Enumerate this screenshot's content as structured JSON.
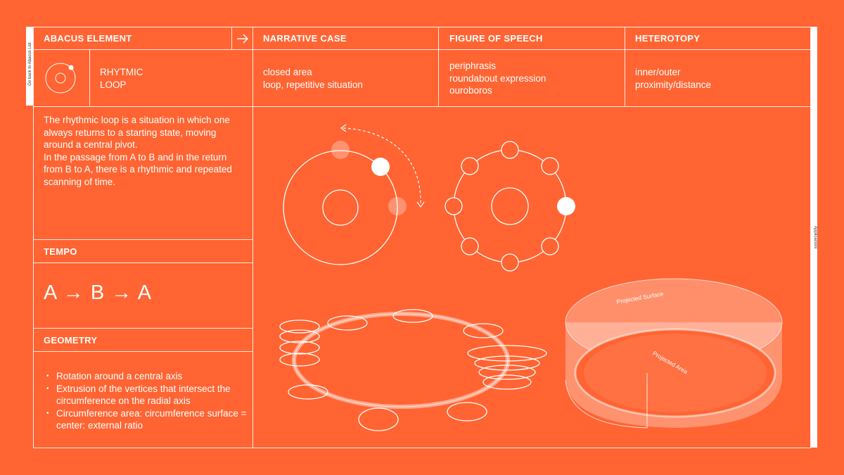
{
  "nav": {
    "back_label": "Go back to Abacus List",
    "side_label": "Applicazioni"
  },
  "headers": {
    "abacus_element": "ABACUS ELEMENT",
    "narrative_case": "NARRATIVE CASE",
    "figure_of_speech": "FIGURE OF SPEECH",
    "heterotopy": "HETEROTOPY"
  },
  "element": {
    "name": "RHYTMIC\nLOOP",
    "narrative": "closed area\nloop, repetitive situation",
    "figure": "periphrasis\nroundabout expression\nouroboros",
    "heterotopy": "inner/outer\nproximity/distance"
  },
  "description": "The rhythmic loop is a situation in which one always returns to a starting state, moving around a central pivot.\nIn the passage from A to B and in the return from B to A, there is a rhythmic and repeated scanning of time.",
  "tempo": {
    "title": "TEMPO",
    "sequence": "A → B → A"
  },
  "geometry": {
    "title": "GEOMETRY",
    "items": [
      "Rotation around a central axis",
      "Extrusion of the vertices that intersect the circumference on the radial axis",
      "Circumference area: circumference surface = center: external ratio"
    ]
  },
  "diagram_labels": {
    "projected_surface": "Projected Surface",
    "projected_area": "Projected Area"
  },
  "colors": {
    "background": "#FF6432",
    "line": "#FFFFFF"
  }
}
